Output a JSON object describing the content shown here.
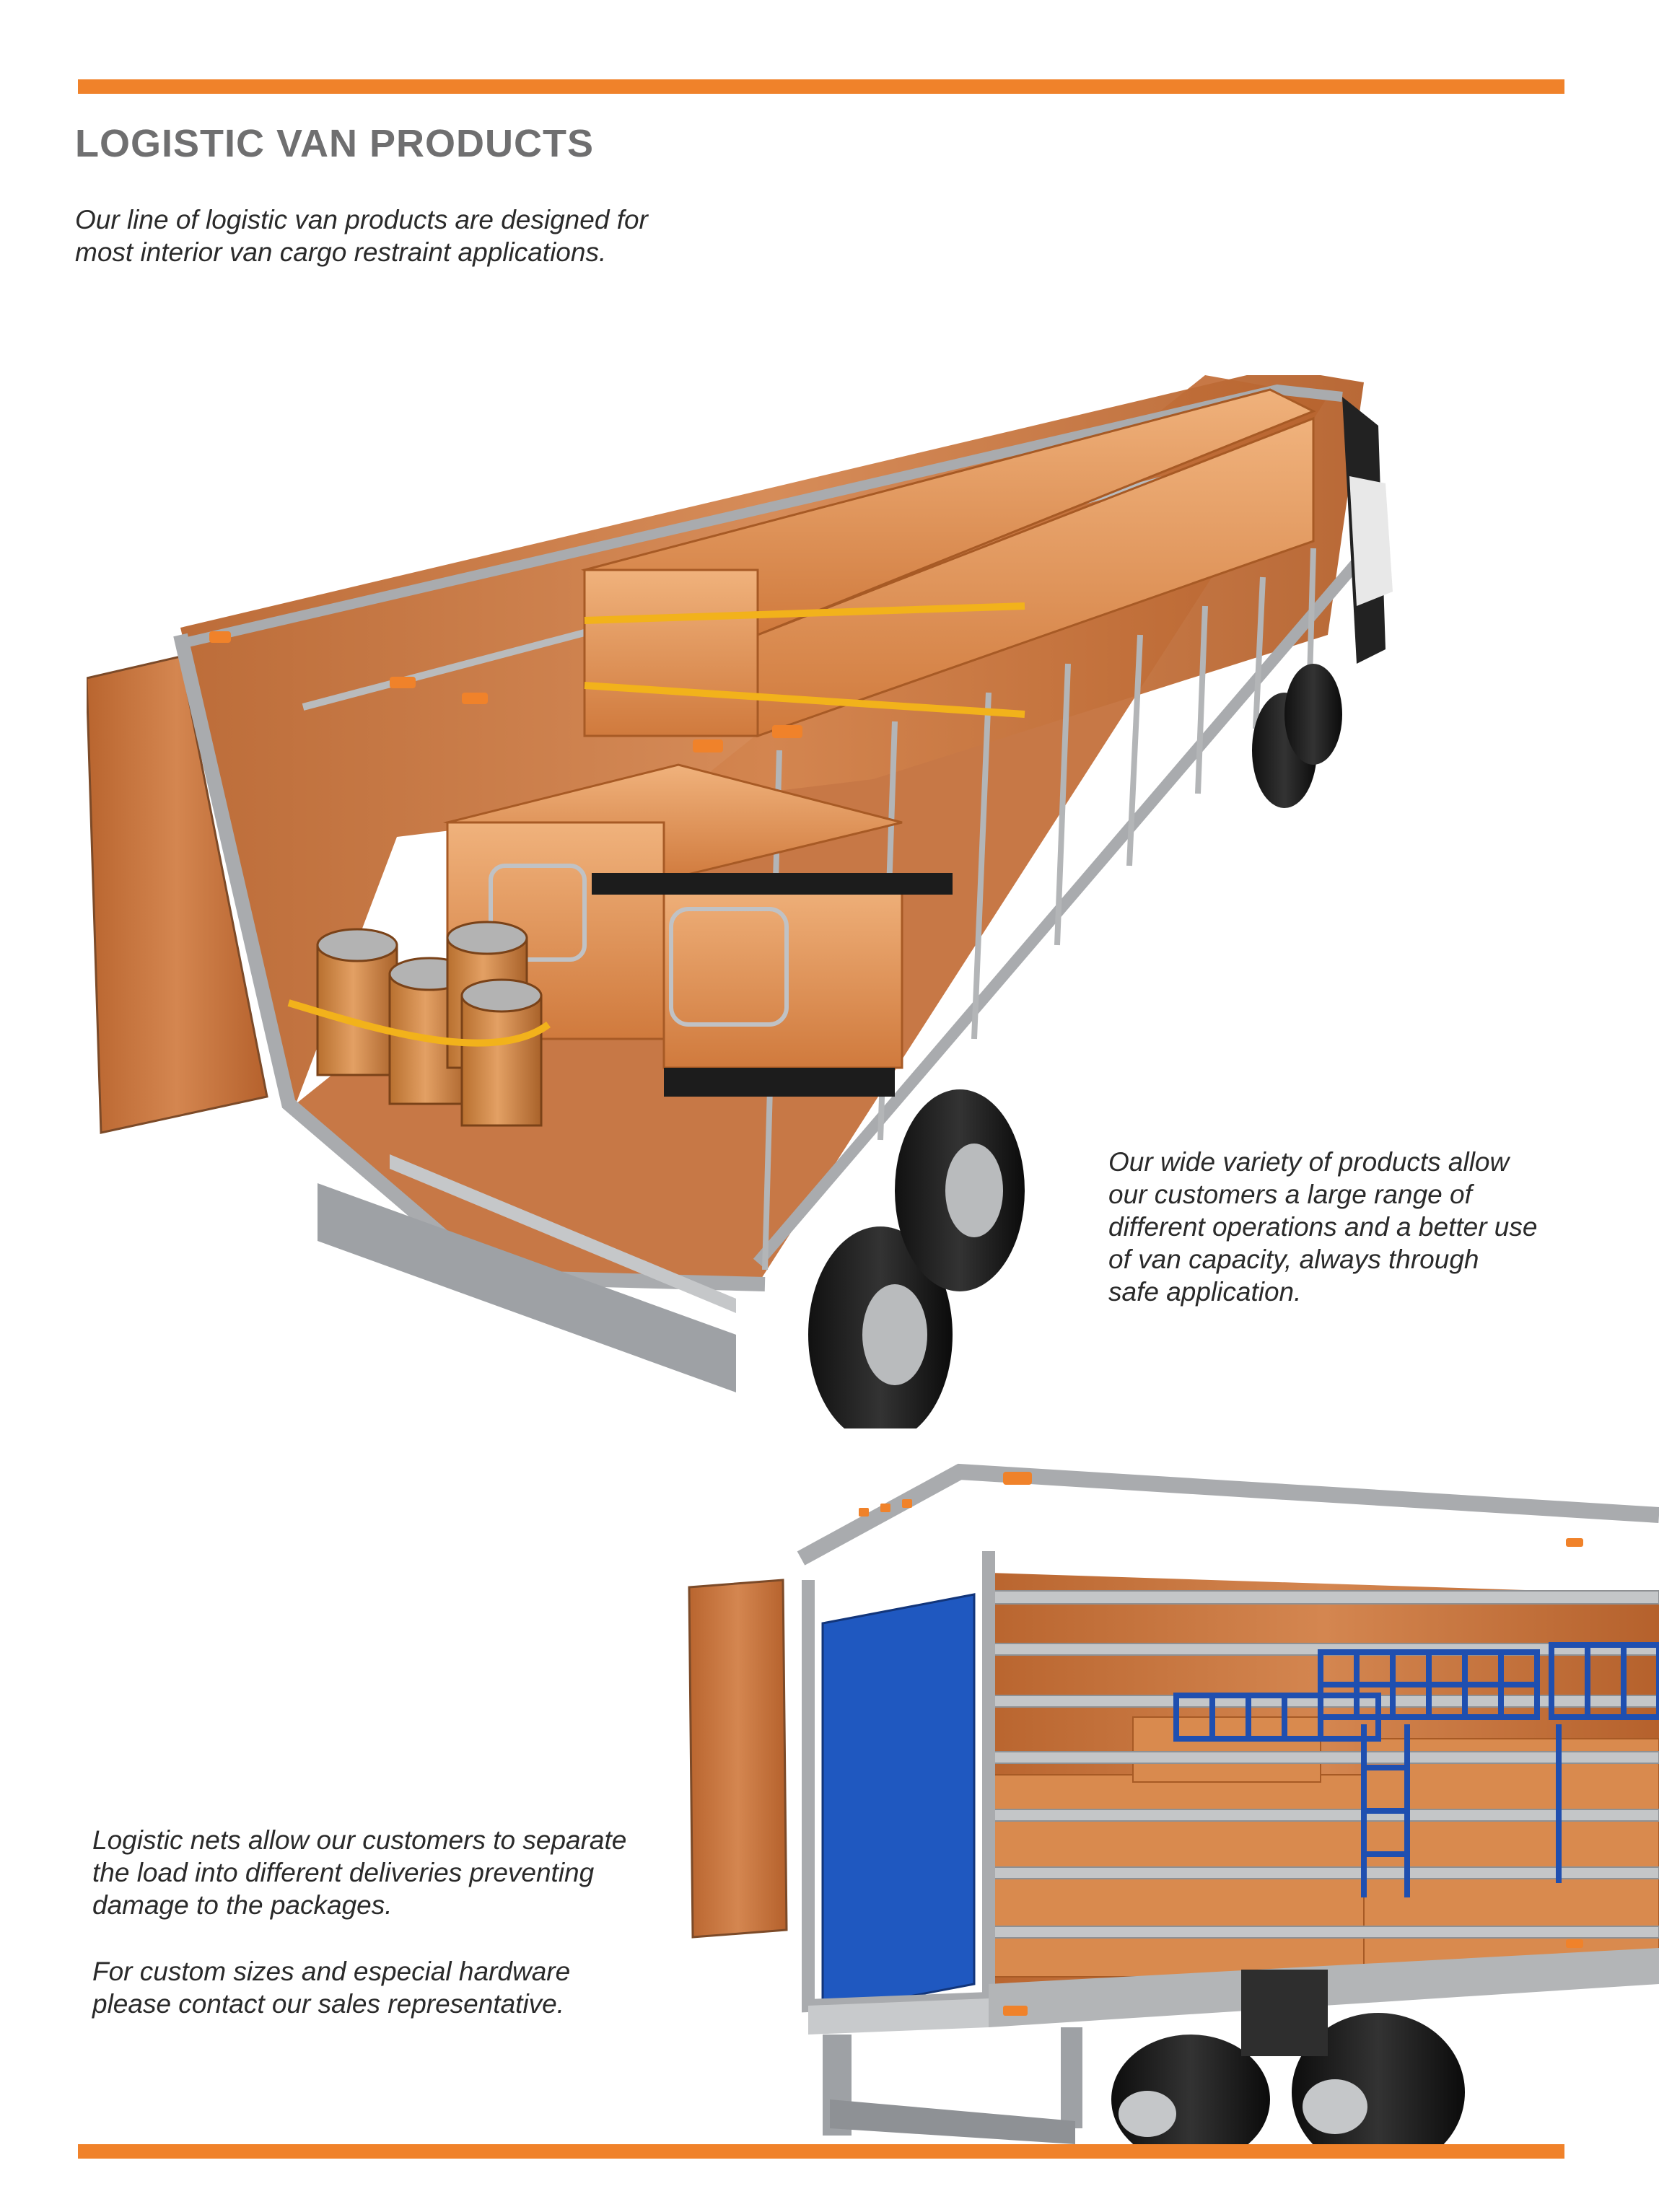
{
  "header": {
    "title": "LOGISTIC VAN PRODUCTS",
    "intro_lines": [
      "Our line of logistic van products are designed for",
      "most interior van cargo restraint applications."
    ]
  },
  "variety_lines": [
    "Our wide variety of products allow",
    "our customers a large range of",
    "different operations and a better use",
    "of van capacity, always through",
    "safe application."
  ],
  "nets_lines": [
    "Logistic nets allow our customers to separate",
    "the load into different deliveries preventing",
    "damage to the packages."
  ],
  "contact_lines": [
    "For custom sizes and especial hardware",
    "please contact our sales representative."
  ],
  "colors": {
    "accent": "#f0822a",
    "title": "#6f6f70",
    "wood": "#c8743f",
    "box": "#d98a4e",
    "strap": "#f2b21b",
    "net": "#1f4fb0",
    "frame": "#a9abae"
  }
}
